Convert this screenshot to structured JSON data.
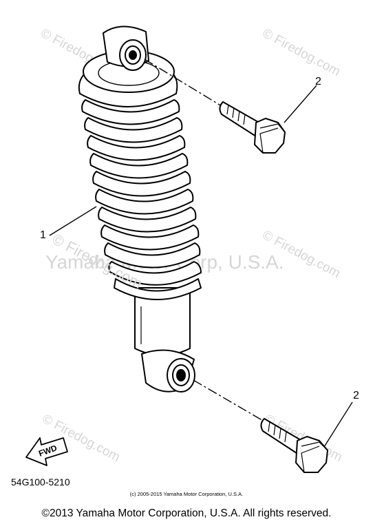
{
  "callouts": {
    "bolt_upper": "2",
    "bolt_lower": "2",
    "shock_absorber": "1"
  },
  "fwd_label": "FWD",
  "part_code": "54G100-5210",
  "small_copyright": "(c) 2005-2015 Yamaha Motor Corporation, U.S.A.",
  "watermarks": {
    "firedog": "© Firedog.com",
    "firedog_large": "© Firedog.com",
    "yamaha": "Yamaha Motor Corp, U.S.A."
  },
  "copyright": "©2013 Yamaha Motor Corporation, U.S.A. All rights reserved.",
  "colors": {
    "line": "#000000",
    "watermark": "#d6d6d6",
    "background": "#ffffff"
  },
  "icons": [
    "fwd-arrow-icon"
  ]
}
